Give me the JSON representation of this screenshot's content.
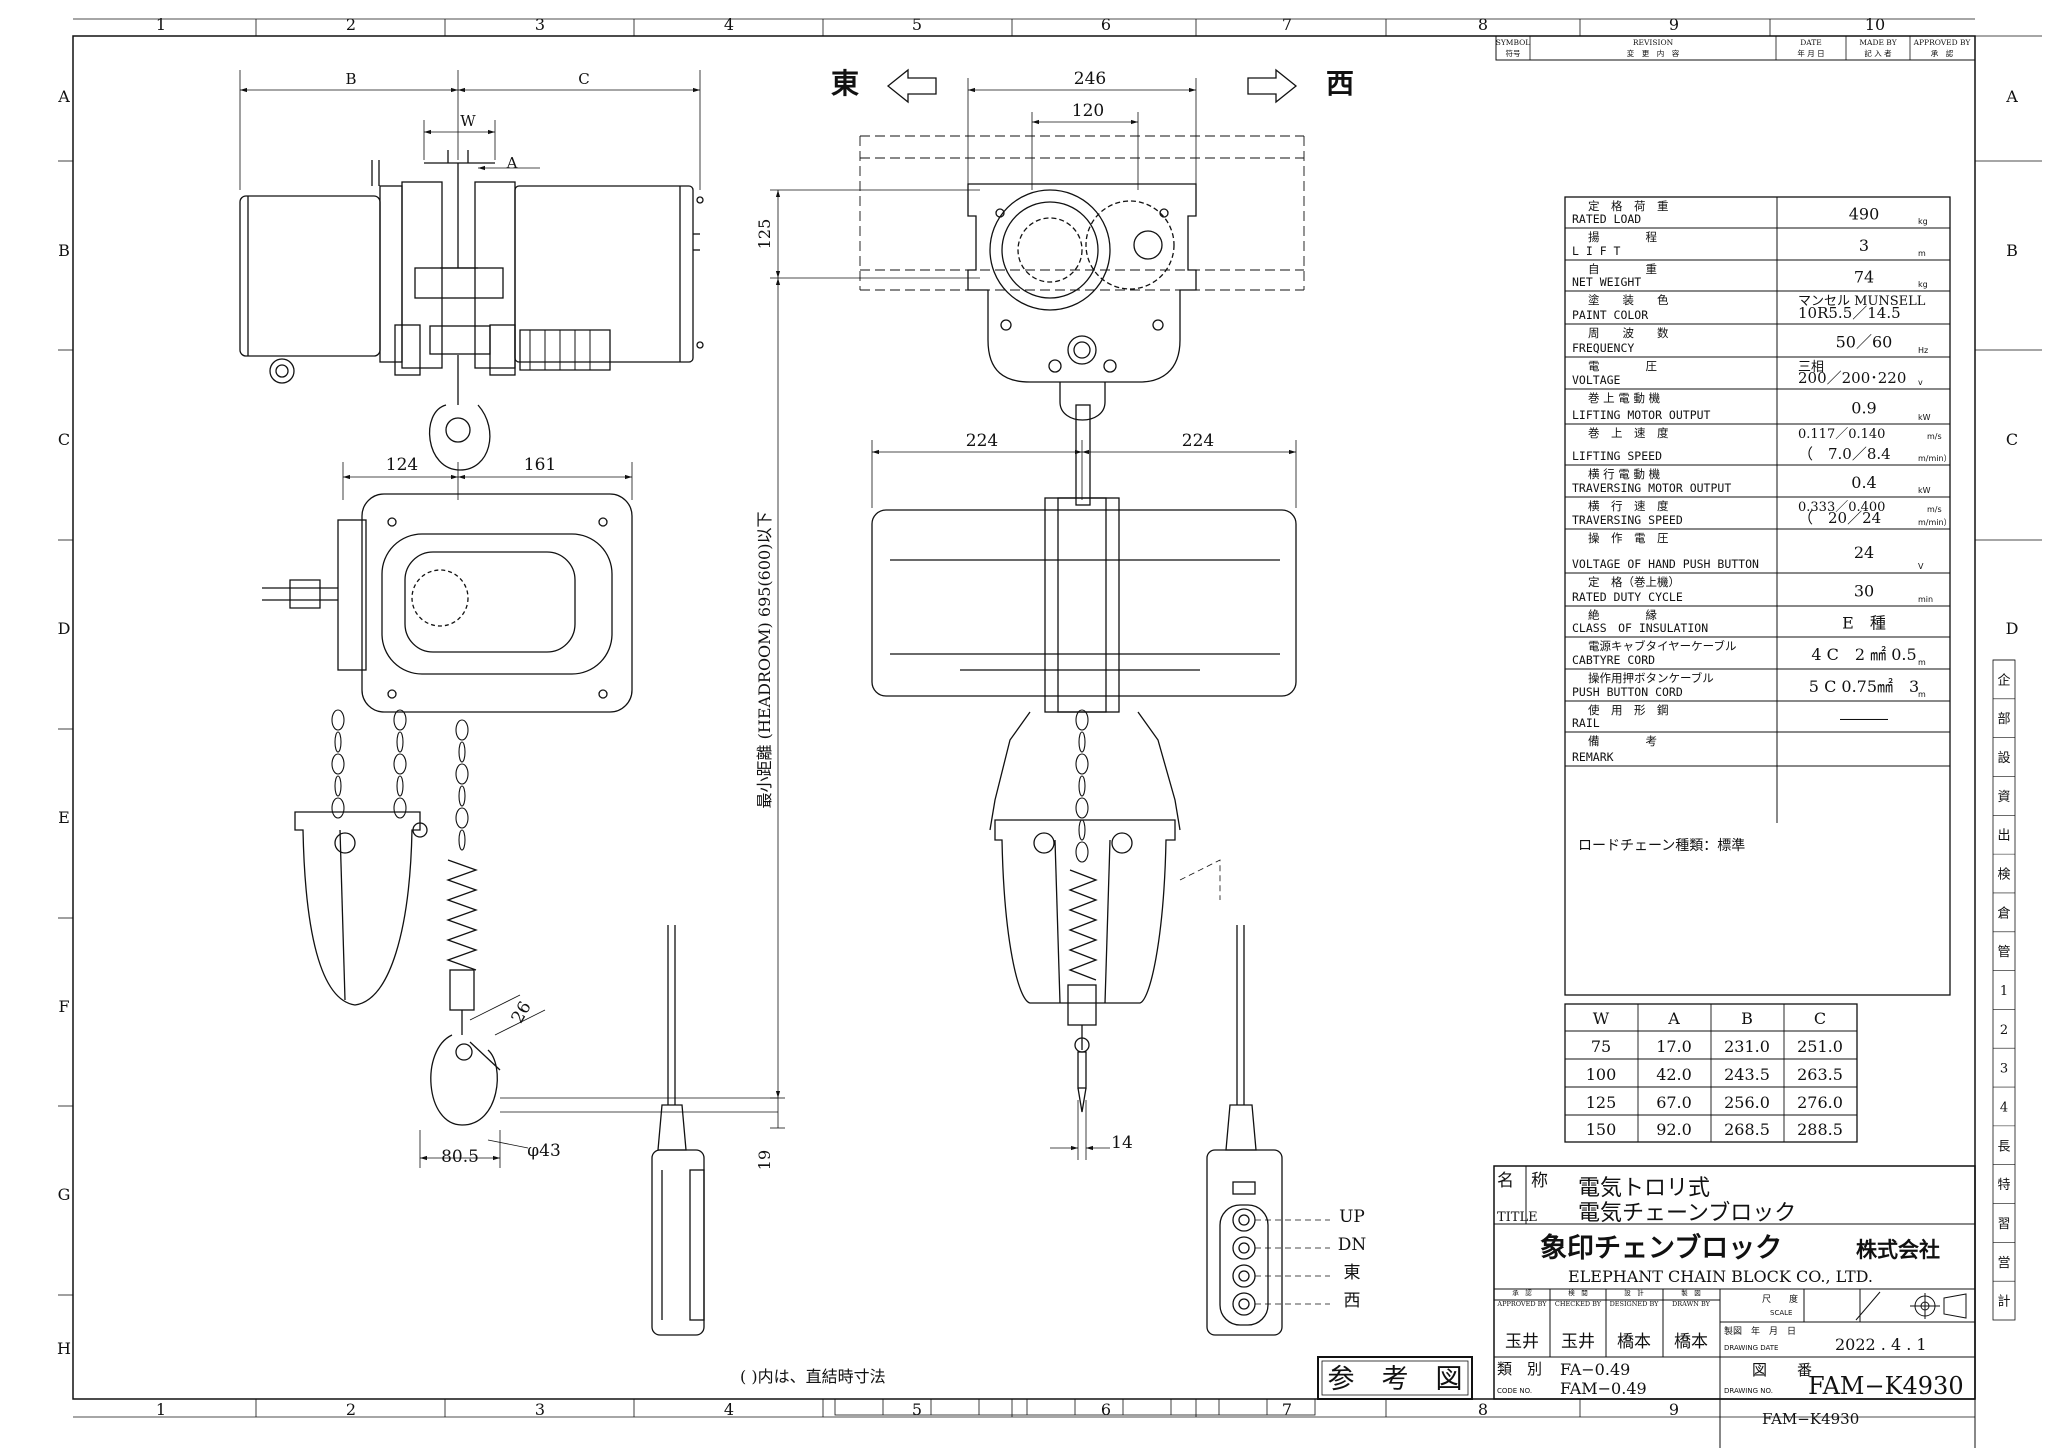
{
  "border": {
    "cols_top": [
      "1",
      "2",
      "3",
      "4",
      "5",
      "6",
      "7",
      "8",
      "9",
      "10"
    ],
    "cols_bottom": [
      "1",
      "2",
      "3",
      "4",
      "5",
      "6",
      "7",
      "8",
      "9"
    ],
    "rows": [
      "A",
      "B",
      "C",
      "D",
      "E",
      "F",
      "G",
      "H"
    ]
  },
  "revision_header": {
    "symbol_en": "SYMBOL",
    "symbol_jp": "符号",
    "revision_en": "REVISION",
    "revision_jp": "変　更　内　容",
    "date_en": "DATE",
    "date_jp": "年 月 日",
    "made_en": "MADE BY",
    "made_jp": "記 入 者",
    "approved_en": "APPROVED BY",
    "approved_jp": "承　認"
  },
  "side_stamp": [
    "企",
    "部",
    "設",
    "資",
    "出",
    "検",
    "倉",
    "管",
    "1",
    "2",
    "3",
    "4",
    "長",
    "特",
    "習",
    "営",
    "計"
  ],
  "directions": {
    "east": "東",
    "west": "西"
  },
  "dims": {
    "B": "B",
    "C": "C",
    "W": "W",
    "A": "A",
    "d124": "124",
    "d161": "161",
    "d246": "246",
    "d120": "120",
    "d125": "125",
    "d224l": "224",
    "d224r": "224",
    "headroom": "最小距離 (HEADROOM) 695(600)以下",
    "d19": "19",
    "d26": "26",
    "d80_5": "80.5",
    "d43": "φ43",
    "d14": "14"
  },
  "pendant_labels": [
    "UP",
    "DN",
    "東",
    "西"
  ],
  "note": "( )内は、直結時寸法",
  "spec_table": [
    {
      "jp": "定　格　荷　重",
      "en": "RATED LOAD",
      "value": "490",
      "unit": "kg"
    },
    {
      "jp": "揚　　　　程",
      "en": "L I F T",
      "value": "3",
      "unit": "m"
    },
    {
      "jp": "自　　　　重",
      "en": "NET WEIGHT",
      "value": "74",
      "unit": "kg"
    },
    {
      "jp": "塗　　装　　色",
      "en": "PAINT COLOR",
      "value_top": "マンセル MUNSELL",
      "value": "10R5.5／14.5",
      "unit": ""
    },
    {
      "jp": "周　　波　　数",
      "en": "FREQUENCY",
      "value": "50／60",
      "unit": "Hz"
    },
    {
      "jp": "電　　　　圧",
      "en": "VOLTAGE",
      "value_top": "三相",
      "value": "200／200･220",
      "unit": "v"
    },
    {
      "jp": "巻 上 電 動 機",
      "en": "LIFTING MOTOR OUTPUT",
      "value": "0.9",
      "unit": "kW"
    },
    {
      "jp": "巻　上　速　度",
      "en": "LIFTING SPEED",
      "value_top": "0.117／0.140",
      "unit_top": "m/s",
      "value": "（　7.0／8.4",
      "unit": "m/min）"
    },
    {
      "jp": "横 行 電 動 機",
      "en": "TRAVERSING MOTOR OUTPUT",
      "value": "0.4",
      "unit": "kW"
    },
    {
      "jp": "横　行　速　度",
      "en": "TRAVERSING SPEED",
      "value_top": "0.333／0.400",
      "unit_top": "m/s",
      "value": "（　20／24",
      "unit": "m/min）"
    },
    {
      "jp": "操　作　電　圧",
      "en": "VOLTAGE OF HAND PUSH BUTTON",
      "value": "24",
      "unit": "V"
    },
    {
      "jp": "定　格（巻上機）",
      "en": "RATED DUTY CYCLE",
      "value": "30",
      "unit": "min"
    },
    {
      "jp": "絶　　　　縁",
      "en": "CLASS　OF INSULATION",
      "value": "E　種",
      "unit": ""
    },
    {
      "jp": "電源キャブタイヤーケーブル",
      "en": "CABTYRE CORD",
      "value": "4 C　2 ㎟ 0.5",
      "unit": "m"
    },
    {
      "jp": "操作用押ボタンケーブル",
      "en": "PUSH BUTTON CORD",
      "value": "5 C 0.75㎟　3",
      "unit": "m"
    },
    {
      "jp": "使　用　形　鋼",
      "en": "RAIL",
      "value": "―――",
      "unit": ""
    },
    {
      "jp": "備　　　　考",
      "en": "REMARK",
      "value": "",
      "unit": ""
    }
  ],
  "remark_text": "ロードチェーン種類：標準",
  "dim_table": {
    "headers": [
      "W",
      "A",
      "B",
      "C"
    ],
    "rows": [
      [
        "75",
        "17.0",
        "231.0",
        "251.0"
      ],
      [
        "100",
        "42.0",
        "243.5",
        "263.5"
      ],
      [
        "125",
        "67.0",
        "256.0",
        "276.0"
      ],
      [
        "150",
        "92.0",
        "268.5",
        "288.5"
      ]
    ]
  },
  "title_block": {
    "name_label": "名　称",
    "title_label": "TITLE",
    "title_line1": "電気トロリ式",
    "title_line2": "電気チェーンブロック",
    "company_jp": "象印チェンブロック",
    "company_suffix": "株式会社",
    "company_en": "ELEPHANT CHAIN BLOCK CO., LTD.",
    "approved_jp": "承　認",
    "approved_en": "APPROVED BY",
    "checked_jp": "検　閲",
    "checked_en": "CHECKED BY",
    "designed_jp": "設　計",
    "designed_en": "DESIGNED BY",
    "drawn_jp": "製　図",
    "drawn_en": "DRAWN BY",
    "approved_name": "玉井",
    "checked_name": "玉井",
    "designed_name": "橋本",
    "drawn_name": "橋本",
    "scale_jp": "尺　　度",
    "scale_en": "SCALE",
    "date_jp": "製図　年　月　日",
    "date_en": "DRAWING DATE",
    "date_value": "2022 . 4 . 1",
    "class_jp": "類　別",
    "code_en": "CODE NO.",
    "code1": "FA−0.49",
    "code2": "FAM−0.49",
    "drawing_jp": "図　　番",
    "drawing_en": "DRAWING NO.",
    "drawing_no": "FAM−K4930",
    "ref_stamp": "参　考　図",
    "sub_no": "FAM−K4930"
  }
}
